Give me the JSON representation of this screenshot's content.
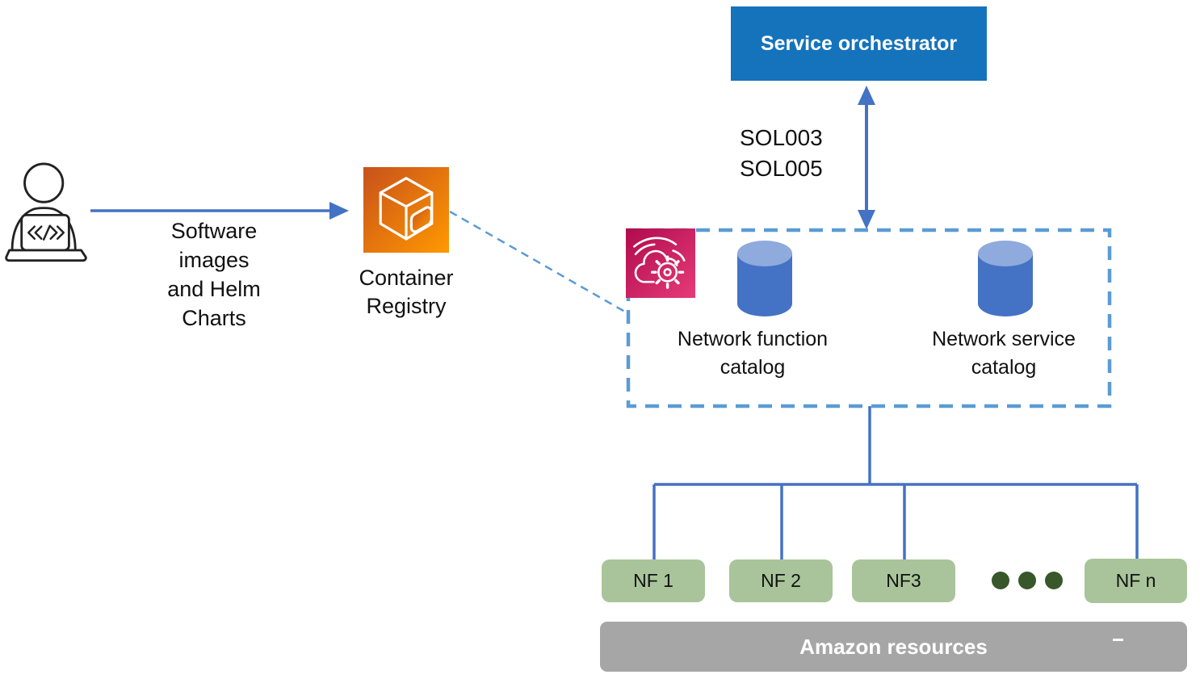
{
  "colors": {
    "arrow_blue": "#4472C4",
    "dashed_blue": "#5B9BD5",
    "orchestrator_blue": "#1473BB",
    "cylinder_body": "#4472C4",
    "cylinder_top": "#8FAADC",
    "nf_green": "#A9C49A",
    "dots_green": "#38572A",
    "resources_gray": "#A6A6A6",
    "ecr_gradient_start": "#C8511B",
    "ecr_gradient_end": "#FF9900",
    "tnb_gradient_start": "#B00B4E",
    "tnb_gradient_end": "#E63B78",
    "text_dark": "#111111",
    "icon_stroke": "#222222"
  },
  "icons": {
    "developer": "person-at-laptop-with-code",
    "container_registry": "aws-container-registry-cube",
    "network_builder": "cloud-with-gear-and-signal-arcs",
    "catalog_database": "blue-cylinder-database"
  },
  "nodes": {
    "software_flow_label": "Software\nimages\nand Helm\nCharts",
    "container_registry_label": "Container\nRegistry",
    "service_orchestrator_label": "Service orchestrator",
    "interface_label": "SOL003\nSOL005",
    "network_function_catalog_label": "Network function\ncatalog",
    "network_service_catalog_label": "Network service\ncatalog",
    "nf_boxes": [
      {
        "label": "NF 1"
      },
      {
        "label": "NF 2"
      },
      {
        "label": "NF3"
      },
      {
        "label": "NF n"
      }
    ],
    "ellipsis_dot_count": 3,
    "amazon_resources_label": "Amazon resources"
  }
}
